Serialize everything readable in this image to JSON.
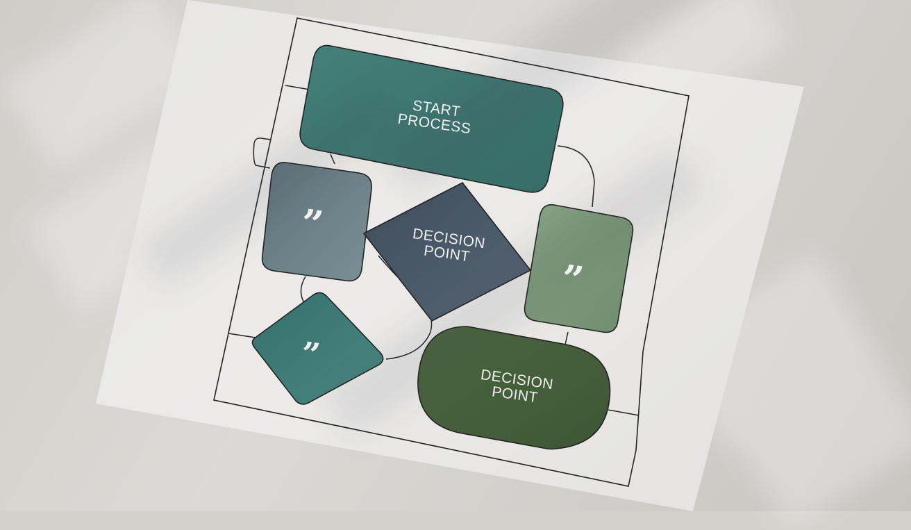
{
  "diagram": {
    "nodes": [
      {
        "id": "start",
        "shape": "rounded-rectangle",
        "label_line1": "START",
        "label_line2": "PROCESS",
        "color": "#3f7772"
      },
      {
        "id": "decision-diamond",
        "shape": "diamond",
        "label_line1": "DECISION",
        "label_line2": "POINT",
        "color": "#475564"
      },
      {
        "id": "decision-pill",
        "shape": "pill",
        "label_line1": "DECISION",
        "label_line2": "POINT",
        "color": "#485f3c"
      },
      {
        "id": "quote-left",
        "shape": "rounded-rectangle",
        "icon": "quote-icon",
        "color": "#6a7f86"
      },
      {
        "id": "quote-right",
        "shape": "rounded-rectangle",
        "icon": "quote-icon",
        "color": "#7d9a7c"
      },
      {
        "id": "quote-bottom",
        "shape": "diamond",
        "icon": "quote-icon",
        "color": "#3f7772"
      }
    ],
    "quote_glyph": "”",
    "line_color": "#222222"
  }
}
